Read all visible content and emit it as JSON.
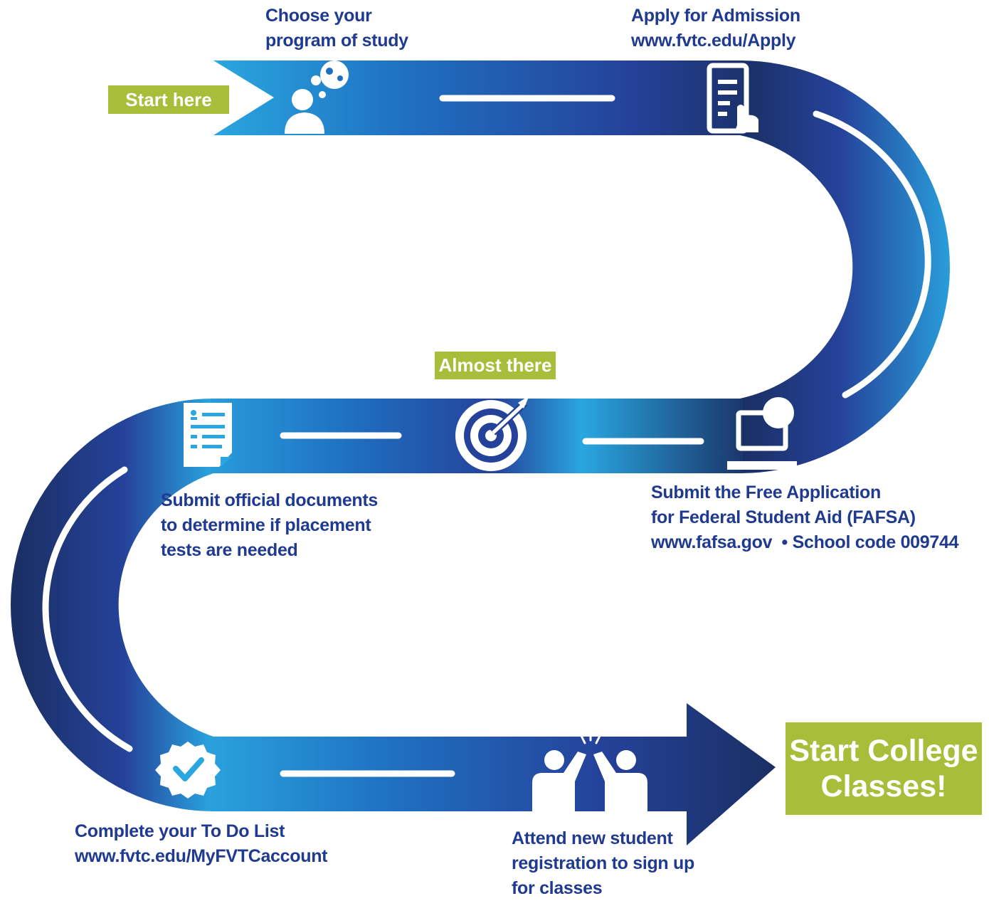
{
  "badges": {
    "start_here": "Start here",
    "almost_there": "Almost there",
    "finish": [
      "Start College",
      "Classes!"
    ]
  },
  "steps": {
    "program": [
      "Choose your",
      "program of study"
    ],
    "apply": [
      "Apply for Admission",
      "www.fvtc.edu/Apply"
    ],
    "fafsa": [
      "Submit the Free Application",
      "for Federal Student Aid (FAFSA)",
      "www.fafsa.gov  • School code 009744"
    ],
    "documents": [
      "Submit official documents",
      "to determine if placement",
      "tests are needed"
    ],
    "todo": [
      "Complete your To Do List",
      "www.fvtc.edu/MyFVTCaccount"
    ],
    "registration": [
      "Attend new student",
      "registration to sign up",
      "for classes"
    ]
  },
  "icons": [
    "thinking-person-icon",
    "document-hand-icon",
    "laptop-user-icon",
    "target-arrow-icon",
    "document-list-icon",
    "verified-badge-icon",
    "high-five-icon"
  ],
  "colors": {
    "road_light": "#2aa6e0",
    "road_mid": "#25429a",
    "road_dark": "#1a2f63",
    "accent": "#a8bd3a",
    "text": "#1f3a8f"
  }
}
